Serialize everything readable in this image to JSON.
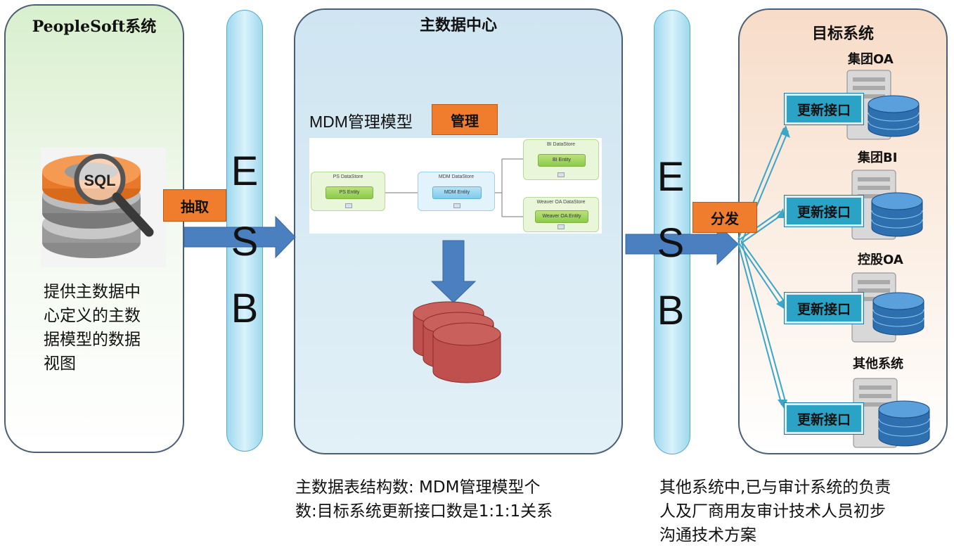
{
  "left_panel": {
    "title": "PeopleSoft系统",
    "icon_text": "SQL",
    "description_lines": [
      "提供主数据中",
      "心定义的主数",
      "据模型的数据",
      "视图"
    ]
  },
  "extract_label": "抽取",
  "esb_letters": [
    "E",
    "S",
    "B"
  ],
  "middle_panel": {
    "title": "主数据中心",
    "model_label": "MDM管理模型",
    "manage_label": "管理",
    "datastores": {
      "ps": {
        "title": "PS DataStore",
        "entity": "PS Entity"
      },
      "mdm": {
        "title": "MDM DataStore",
        "entity": "MDM Entity"
      },
      "bi": {
        "title": "BI DataStore",
        "entity": "BI Entity"
      },
      "weaver": {
        "title": "Weaver OA DataStore",
        "entity": "Weaver OA Entity"
      }
    }
  },
  "distribute_label": "分发",
  "right_panel": {
    "title": "目标系统",
    "targets": [
      {
        "name": "集团OA",
        "interface": "更新接口"
      },
      {
        "name": "集团BI",
        "interface": "更新接口"
      },
      {
        "name": "控股OA",
        "interface": "更新接口"
      },
      {
        "name": "其他系统",
        "interface": "更新接口"
      }
    ]
  },
  "bottom_notes": {
    "middle": [
      "主数据表结构数: MDM管理模型个",
      "数:目标系统更新接口数是1:1:1关系"
    ],
    "right": [
      "其他系统中,已与审计系统的负责",
      "人及厂商用友审计技术人员初步",
      "沟通技术方案"
    ]
  },
  "colors": {
    "orange": "#f07d2e",
    "interface": "#2aa3c6",
    "arrow": "#4a7fc0",
    "database_red": "#c0504d",
    "esb": "#9ed8ee"
  }
}
